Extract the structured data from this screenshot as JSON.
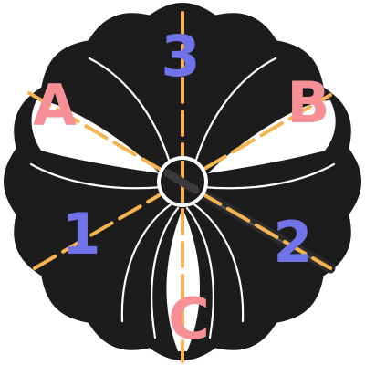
{
  "labels": {
    "num_1": "1",
    "num_2": "2",
    "num_3": "3",
    "letter_a": "A",
    "letter_b": "B",
    "letter_c": "C"
  },
  "colors": {
    "background": "#ffffff",
    "crest": "#1c1c1c",
    "crest_lines": "#ffffff",
    "number_labels": "#7173e8",
    "letter_labels": "#f78f96",
    "axis_lines": "#f6b451",
    "hand": "#2a2a2a"
  }
}
